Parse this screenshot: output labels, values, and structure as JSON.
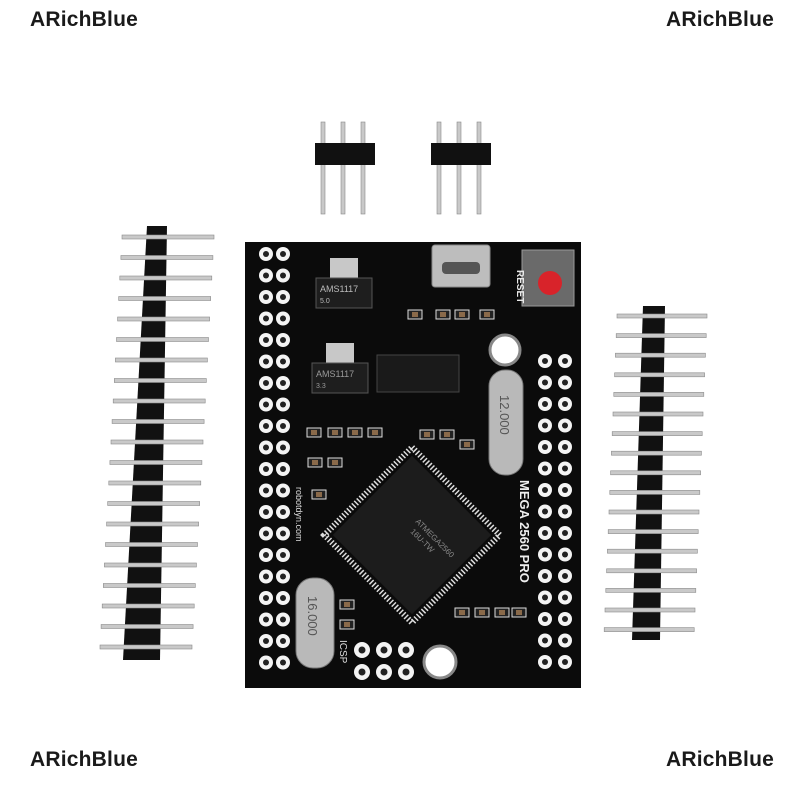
{
  "watermarks": {
    "top_left": "ARichBlue",
    "top_right": "ARichBlue",
    "bottom_left": "ARichBlue",
    "bottom_right": "ARichBlue"
  },
  "board": {
    "model": "MEGA 2560 PRO",
    "site": "robotdyn.com",
    "reset": "RESET",
    "icsp": "ICSP",
    "regulator_5v": "AMS1117",
    "regulator_5v_sub": "5.0",
    "regulator_3v3": "AMS1117",
    "regulator_3v3_sub": "3.3",
    "crystal_1": "12.000",
    "crystal_2": "16.000",
    "mcu_line1": "ATMEGA2560",
    "mcu_line2": "16U-TW",
    "colors": {
      "pcb": "#0b0b0b",
      "silk": "#e8e8e8",
      "pad": "#f4f4f4",
      "button": "#d8232a",
      "metal": "#b9b9b9"
    }
  }
}
